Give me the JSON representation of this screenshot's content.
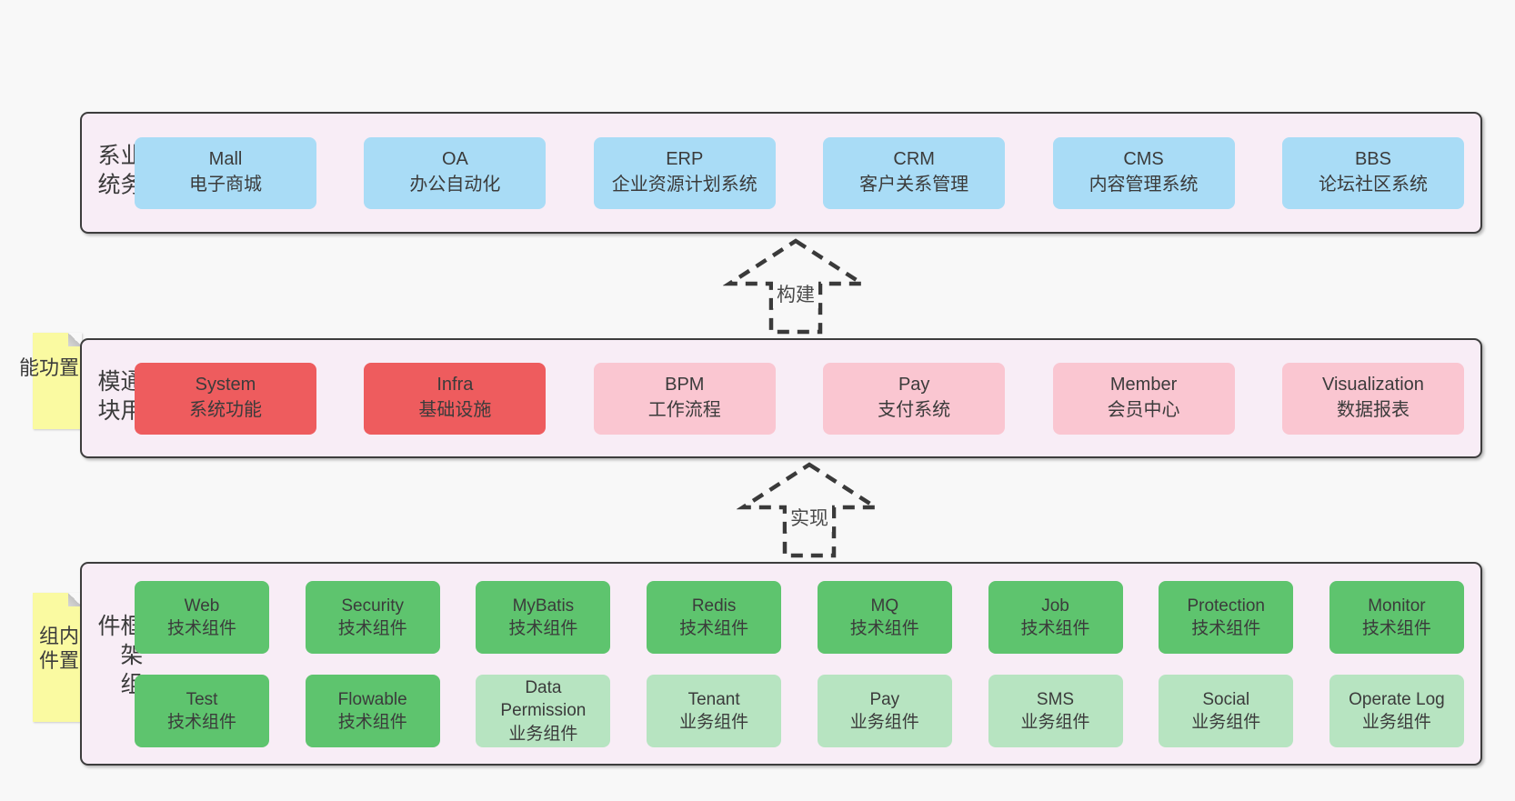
{
  "colors": {
    "page_bg": "#f8f8f8",
    "band_bg": "#f8edf6",
    "band_border": "#3d3d3d",
    "box_blue": "#a9dcf6",
    "box_red": "#ee5c5e",
    "box_pink": "#fac6d1",
    "box_green_dark": "#5ec46e",
    "box_green_light": "#b7e4c1",
    "sticky_yellow": "#fafaa1",
    "text": "#3b3b3b"
  },
  "arrows": [
    {
      "label": "构建"
    },
    {
      "label": "实现"
    }
  ],
  "bands": {
    "business": {
      "label": "业务系统",
      "boxes": [
        {
          "name": "Mall",
          "desc": "电子商城",
          "variant": "blue"
        },
        {
          "name": "OA",
          "desc": "办公自动化",
          "variant": "blue"
        },
        {
          "name": "ERP",
          "desc": "企业资源计划系统",
          "variant": "blue"
        },
        {
          "name": "CRM",
          "desc": "客户关系管理",
          "variant": "blue"
        },
        {
          "name": "CMS",
          "desc": "内容管理系统",
          "variant": "blue"
        },
        {
          "name": "BBS",
          "desc": "论坛社区系统",
          "variant": "blue"
        }
      ]
    },
    "common": {
      "label": "通用模块",
      "sticky": "内置功能",
      "boxes": [
        {
          "name": "System",
          "desc": "系统功能",
          "variant": "red"
        },
        {
          "name": "Infra",
          "desc": "基础设施",
          "variant": "red"
        },
        {
          "name": "BPM",
          "desc": "工作流程",
          "variant": "pink"
        },
        {
          "name": "Pay",
          "desc": "支付系统",
          "variant": "pink"
        },
        {
          "name": "Member",
          "desc": "会员中心",
          "variant": "pink"
        },
        {
          "name": "Visualization",
          "desc": "数据报表",
          "variant": "pink"
        }
      ]
    },
    "framework": {
      "label": "框架组件",
      "sticky": "内置组件",
      "rows": [
        {
          "boxes": [
            {
              "name": "Web",
              "desc": "技术组件",
              "variant": "green"
            },
            {
              "name": "Security",
              "desc": "技术组件",
              "variant": "green"
            },
            {
              "name": "MyBatis",
              "desc": "技术组件",
              "variant": "green"
            },
            {
              "name": "Redis",
              "desc": "技术组件",
              "variant": "green"
            },
            {
              "name": "MQ",
              "desc": "技术组件",
              "variant": "green"
            },
            {
              "name": "Job",
              "desc": "技术组件",
              "variant": "green"
            },
            {
              "name": "Protection",
              "desc": "技术组件",
              "variant": "green"
            },
            {
              "name": "Monitor",
              "desc": "技术组件",
              "variant": "green"
            }
          ]
        },
        {
          "boxes": [
            {
              "name": "Test",
              "desc": "技术组件",
              "variant": "green"
            },
            {
              "name": "Flowable",
              "desc": "技术组件",
              "variant": "green"
            },
            {
              "name": "Data Permission",
              "desc": "业务组件",
              "variant": "green-light"
            },
            {
              "name": "Tenant",
              "desc": "业务组件",
              "variant": "green-light"
            },
            {
              "name": "Pay",
              "desc": "业务组件",
              "variant": "green-light"
            },
            {
              "name": "SMS",
              "desc": "业务组件",
              "variant": "green-light"
            },
            {
              "name": "Social",
              "desc": "业务组件",
              "variant": "green-light"
            },
            {
              "name": "Operate Log",
              "desc": "业务组件",
              "variant": "green-light"
            }
          ]
        }
      ]
    }
  }
}
